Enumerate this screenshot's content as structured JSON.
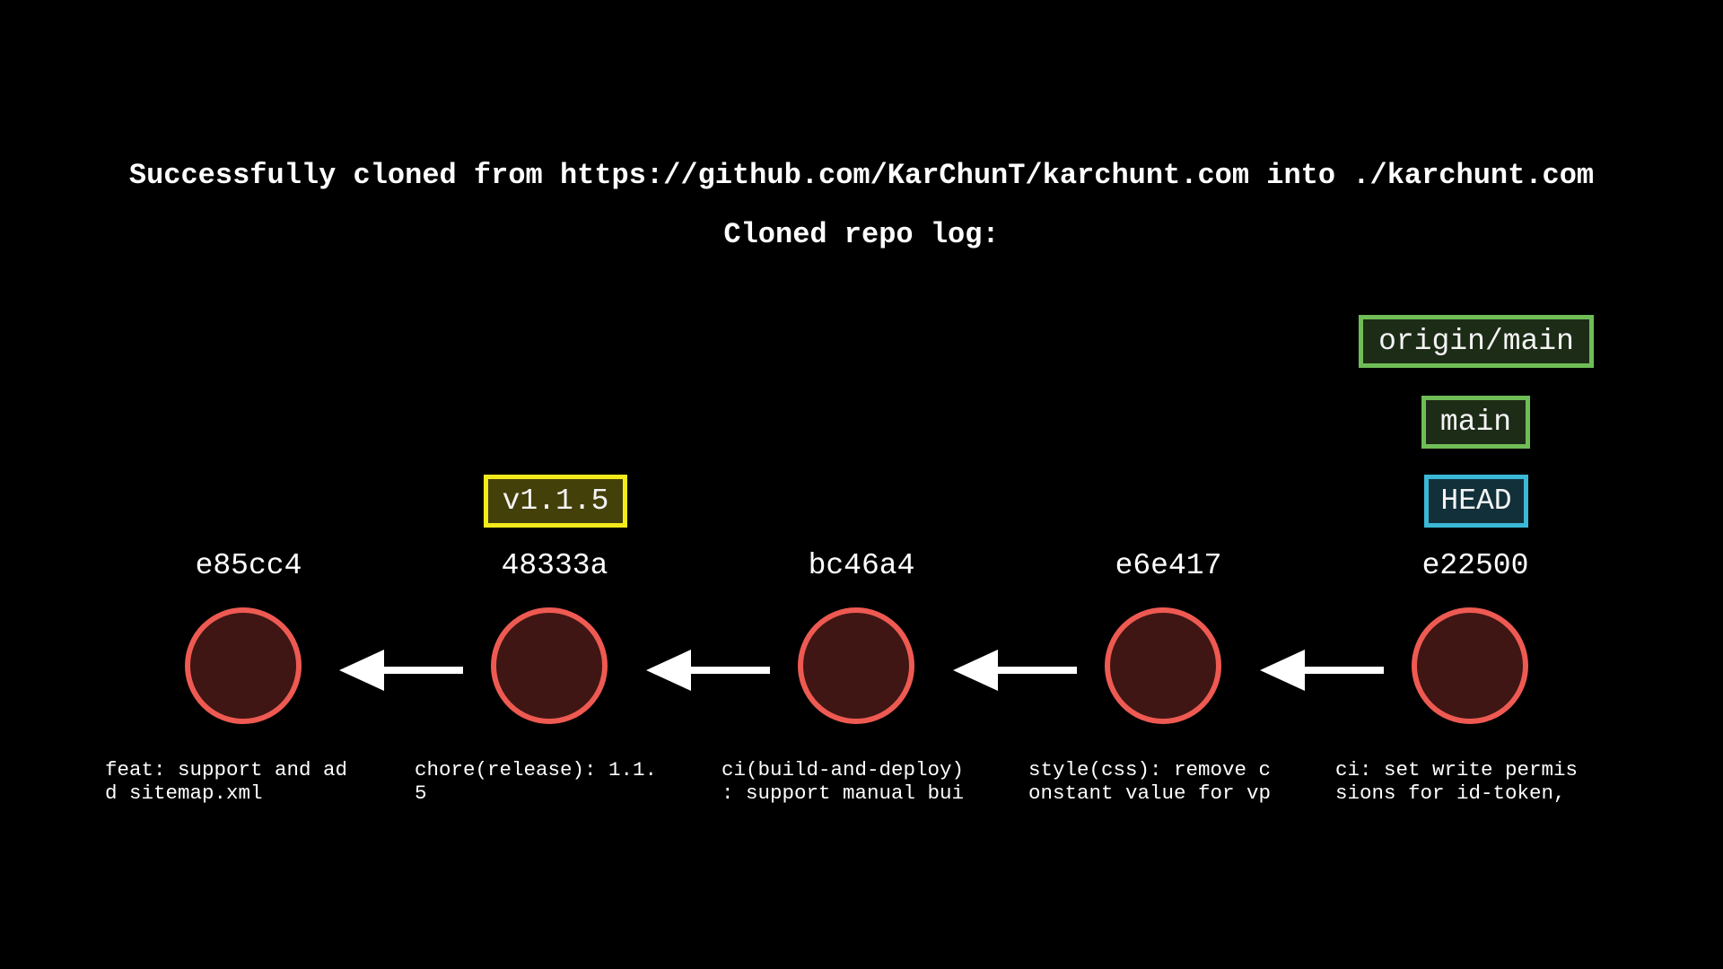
{
  "header": {
    "title": "Successfully cloned from https://github.com/KarChunT/karchunt.com into ./karchunt.com",
    "subtitle": "Cloned repo log:"
  },
  "colors": {
    "background": "#000000",
    "commit_fill": "#3f1613",
    "commit_stroke": "#ee5a52",
    "tag_border": "#f3ea1c",
    "branch_border": "#6fbd56",
    "head_border": "#3bb8d6",
    "arrow": "#ffffff"
  },
  "commits": [
    {
      "hash": "e85cc4",
      "message_lines": [
        "feat: support and ad",
        "d sitemap.xml"
      ]
    },
    {
      "hash": "48333a",
      "message_lines": [
        "chore(release): 1.1.",
        "5"
      ]
    },
    {
      "hash": "bc46a4",
      "message_lines": [
        "ci(build-and-deploy)",
        ": support manual bui"
      ]
    },
    {
      "hash": "e6e417",
      "message_lines": [
        "style(css): remove c",
        "onstant value for vp"
      ]
    },
    {
      "hash": "e22500",
      "message_lines": [
        "ci: set write permis",
        "sions for id-token,"
      ]
    }
  ],
  "refs": {
    "tag": {
      "label": "v1.1.5",
      "commit": "48333a"
    },
    "origin_main": {
      "label": "origin/main",
      "commit": "e22500"
    },
    "main": {
      "label": "main",
      "commit": "e22500"
    },
    "head": {
      "label": "HEAD",
      "commit": "e22500"
    }
  },
  "arrows": [
    {
      "from": "48333a",
      "to": "e85cc4",
      "icon": "arrow-left-icon"
    },
    {
      "from": "bc46a4",
      "to": "48333a",
      "icon": "arrow-left-icon"
    },
    {
      "from": "e6e417",
      "to": "bc46a4",
      "icon": "arrow-left-icon"
    },
    {
      "from": "e22500",
      "to": "e6e417",
      "icon": "arrow-left-icon"
    }
  ]
}
